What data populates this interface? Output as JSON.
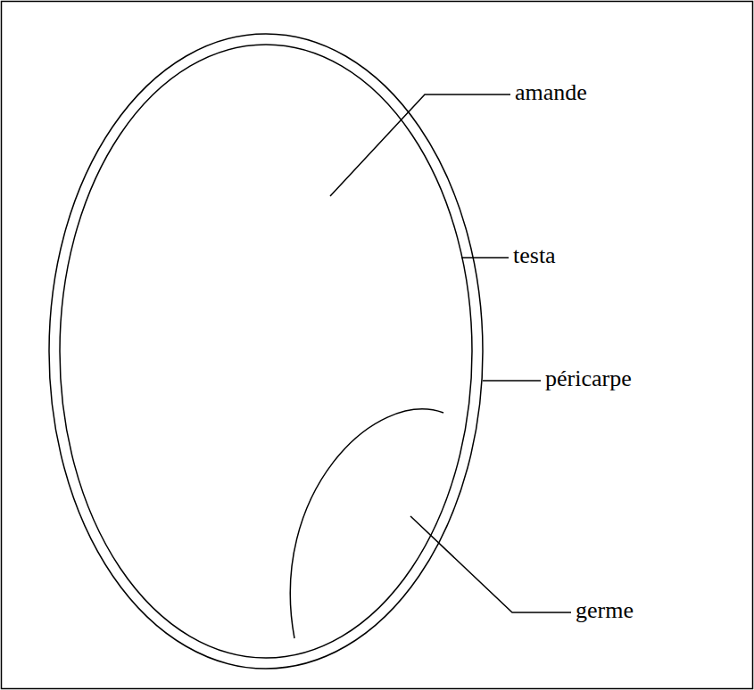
{
  "diagram": {
    "labels": [
      "amande",
      "testa",
      "péricarpe",
      "germe"
    ]
  }
}
